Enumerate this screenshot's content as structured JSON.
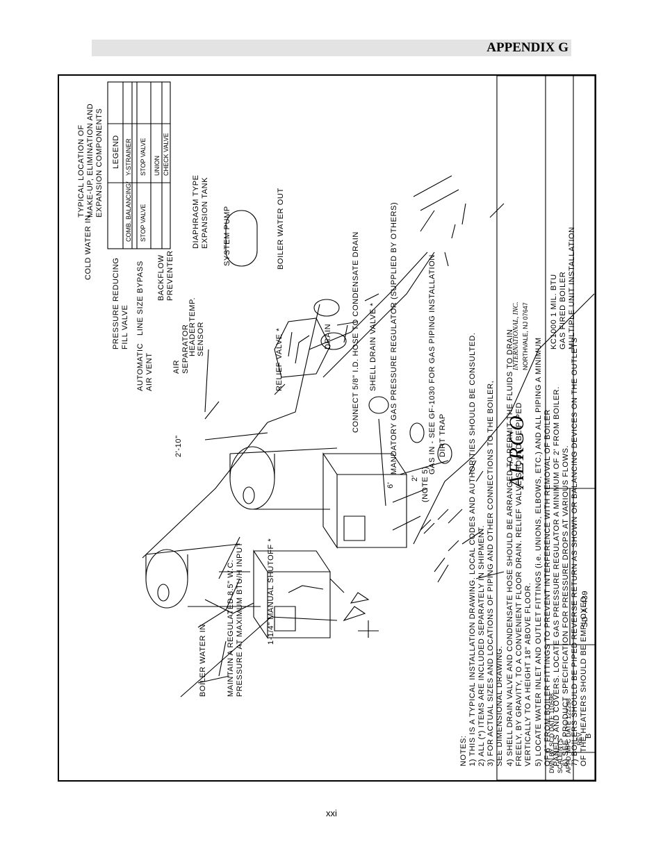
{
  "header": {
    "title": "APPENDIX G"
  },
  "legend": {
    "title": "LEGEND",
    "items": [
      "Y-STRAINER",
      "STOP VALVE",
      "UNION",
      "CHECK VALVE",
      "COMB. BALANCING/",
      "STOP VALVE"
    ]
  },
  "title_block": {
    "company_main": "AERCO",
    "company_sub": "INTERNATIONAL, INC.",
    "company_addr": "NORTHVALE, NJ    07647",
    "desc1": "KC1000 1 MIL. BTU",
    "desc2": "GAS FIRED BOILER",
    "desc3": "MULTIPLE UNIT INSTALLATION",
    "dwn": "DWN.BY  SCD  DATE  110598",
    "scale": "SCALE    NTS",
    "appd": "APPD.    MPC  DATE  122298",
    "dwg_no": "SD-A-439",
    "rev_label": "REV.",
    "rev": "B"
  },
  "labels": {
    "cold_water_in": "COLD WATER IN",
    "typical1": "TYPICAL LOCATION OF",
    "typical2": "MAKE-UP, ELIMINATION AND",
    "typical3": "EXPANSION COMPONENTS",
    "diaphragm1": "DIAPHRAGM TYPE",
    "diaphragm2": "EXPANSION TANK",
    "system_pump": "SYSTEM PUMP",
    "boiler_water_out": "BOILER WATER OUT",
    "prv1": "PRESSURE REDUCING",
    "prv2": "FILL VALVE",
    "bypass": "LINE SIZE BYPASS",
    "backflow1": "BACKFLOW",
    "backflow2": "PREVENTER",
    "air_sep1": "AIR",
    "air_sep2": "SEPARATOR",
    "air_vent1": "AUTOMATIC",
    "air_vent2": "AIR VENT",
    "header_temp1": "HEADER",
    "header_temp2": "TEMP.",
    "header_temp3": "SENSOR",
    "dim_2_10": "2'-10\"",
    "relief": "RELIEF VALVE *",
    "shell_drain": "SHELL DRAIN VALVE *",
    "condensate": "CONNECT 5/8\" I.D. HOSE TO CONDENSATE DRAIN",
    "regulator": "MANDATORY GAS PRESSURE REGULATOR (SUPPLIED BY OTHERS)",
    "gas_in": "GAS IN  -  SEE GF-1030 FOR GAS PIPING INSTALLATION",
    "dirt_trap": "DIRT TRAP",
    "drain": "DRAIN",
    "dim_6": "6'",
    "dim_2": "2'",
    "note5": "(NOTE 5)",
    "boiler_water_in": "BOILER WATER IN",
    "maintain1": "MAINTAIN A REGULATED 8.5\" W.C.",
    "maintain2": "PRESSURE AT MAXIMUM BTU/H INPUT",
    "shutoff": "1-1/4\" MANUAL SHUTOFF *"
  },
  "notes": [
    "NOTES:",
    "1)  THIS IS A TYPICAL INSTALLATION DRAWING.  LOCAL CODES AND AUTHORITIES SHOULD BE CONSULTED.",
    "2)  ALL (*) ITEMS ARE INCLUDED SEPARATELY IN SHIPMENT.",
    "3)  FOR ACTUAL SIZES AND LOCATIONS OF PIPING AND OTHER CONNECTIONS TO THE BOILER,",
    "     SEE DIMENSIONAL DRAWING.",
    "4)  SHELL DRAIN VALVE AND CONDENSATE HOSE SHOULD BE ARRANGED TO PERMIT THE FLUIDS TO DRAIN",
    "     FREELY, BY GRAVITY, TO A CONVENIENT FLOOR DRAIN. RELIEF VALVE SHOULD BE PIPED",
    "     VERTICALLY TO A HEIGHT 18\" ABOVE FLOOR.",
    "5)  LOCATE WATER INLET AND OUTLET FITTINGS (i.e. UNIONS, ELBOWS, ETC.) AND ALL PIPING A MINIMUM",
    "     OF 6\" FROM BOILER FITTINGS TO PREVENT INTERFERENCE WITH REMOVAL OF BOILER",
    "     PANELS AND COVERS.  LOCATE GAS PRESSURE REGULATOR A MINIMUM OF 2' FROM BOILER.",
    "6)  SEE PRODUCT SPECIFICATION FOR PRESSURE DROPS AT VARIOUS FLOWS.",
    "7)  BOILERS SHOULD BE PIPED REVERSE RETURN AS SHOWN OR BALANCING DEVICES ON THE OUTLETS",
    "     OF THE HEATERS SHOULD BE EMPLOYED."
  ],
  "page_number": "xxi"
}
